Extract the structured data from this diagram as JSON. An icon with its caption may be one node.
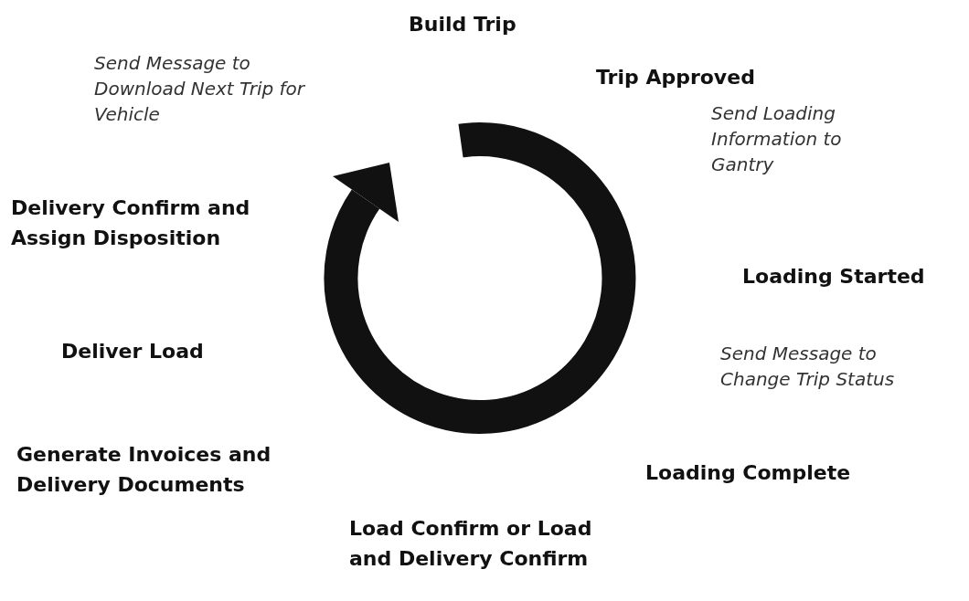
{
  "diagram": {
    "labels": [
      "Build Trip",
      "Send Message to Download Next Trip for Vehicle",
      "Trip Approved",
      "Send Loading Information to Gantry",
      "Delivery Confirm and Assign Disposition",
      "Loading Started",
      "Deliver Load",
      "Send Message to Change Trip Status",
      "Generate Invoices and Delivery Documents",
      "Loading Complete",
      "Load Confirm or Load and Delivery Confirm"
    ]
  }
}
